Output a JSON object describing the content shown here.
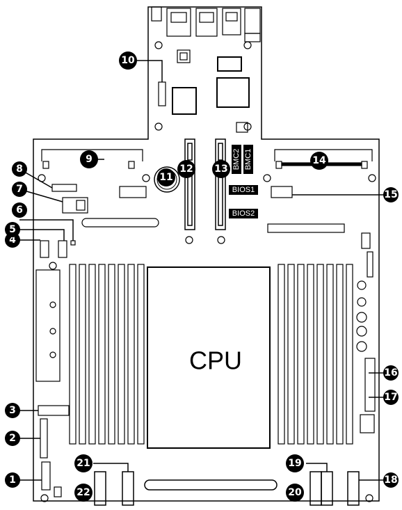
{
  "board": {
    "cpu_label": "CPU",
    "chip_labels": {
      "bmc2": "BMC2",
      "bmc1": "BMC1",
      "bios1": "BIOS1",
      "bios2": "BIOS2"
    }
  },
  "callouts": [
    "1",
    "2",
    "3",
    "4",
    "5",
    "6",
    "7",
    "8",
    "9",
    "10",
    "11",
    "12",
    "13",
    "14",
    "15",
    "16",
    "17",
    "18",
    "19",
    "20",
    "21",
    "22"
  ],
  "colors": {
    "outline": "#000000",
    "callout_fill": "#000000",
    "background": "#ffffff"
  }
}
